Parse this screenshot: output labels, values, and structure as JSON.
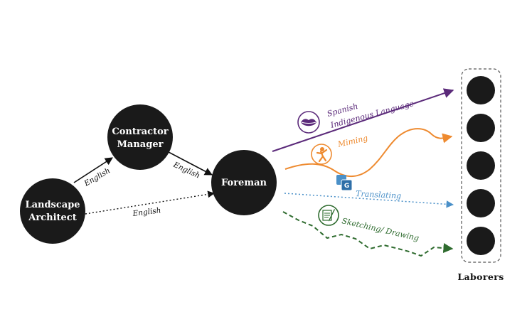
{
  "nodes": {
    "landscape_architect": [
      "Landscape",
      "Architect"
    ],
    "contractor_manager": [
      "Contractor",
      "Manager"
    ],
    "foreman": [
      "Foreman"
    ]
  },
  "edges": {
    "architect_to_manager": "English",
    "manager_to_foreman": "English",
    "architect_to_foreman": "English"
  },
  "channels": {
    "spoken": {
      "line1": "Spanish",
      "line2": "Indigenous Language",
      "icon": "lips-icon",
      "color": "#5b2a7a"
    },
    "miming": {
      "label": "Miming",
      "icon": "mime-person-icon",
      "color": "#ee8a2f"
    },
    "translating": {
      "label": "Translating",
      "icon": "translate-icon",
      "color": "#4a90c8"
    },
    "sketching": {
      "label": "Sketching/ Drawing",
      "icon": "sketch-pencil-icon",
      "color": "#2e6b2e"
    }
  },
  "laborers": {
    "title": "Laborers",
    "count": 5
  }
}
